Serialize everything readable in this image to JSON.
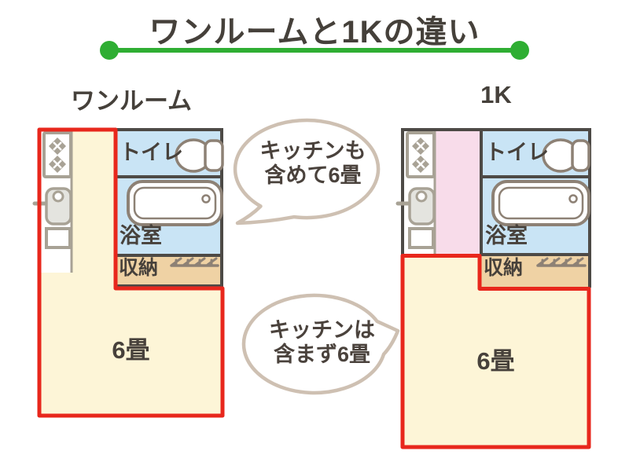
{
  "title": {
    "text": "ワンルームと1Kの違い"
  },
  "plans": {
    "one_room": {
      "label": "ワンルーム",
      "rooms": {
        "toilet": "トイレ",
        "bath": "浴室",
        "storage": "収納",
        "main": "6畳"
      },
      "note": "キッチンも含めて6畳"
    },
    "one_k": {
      "label": "1K",
      "rooms": {
        "toilet": "トイレ",
        "bath": "浴室",
        "storage": "収納",
        "main": "6畳"
      },
      "note": "キッチンは含まず6畳"
    }
  },
  "bubbles": {
    "top": {
      "line1": "キッチンも",
      "line2": "含めて6畳"
    },
    "bottom": {
      "line1": "キッチンは",
      "line2": "含まず6畳"
    }
  },
  "icons": {
    "stove": "stove-icon",
    "sink": "sink-icon",
    "counter": "counter-square-icon",
    "toilet": "toilet-icon",
    "bathtub": "bathtub-icon",
    "hanger_rail": "hanger-rail-icon"
  },
  "colors": {
    "accent_green": "#2fae33",
    "outline_red": "#e8271c",
    "wall_dark": "#4d4a46",
    "room_cream": "#fdf5d7",
    "kitchen_pink": "#f8dcea",
    "wet_area_blue": "#c9e4f5",
    "storage_tan": "#efd2a4",
    "fixture_gray": "#a8a295",
    "icon_brown": "#8d8175",
    "bubble_stroke": "#cec0b2",
    "text": "#47413b"
  }
}
